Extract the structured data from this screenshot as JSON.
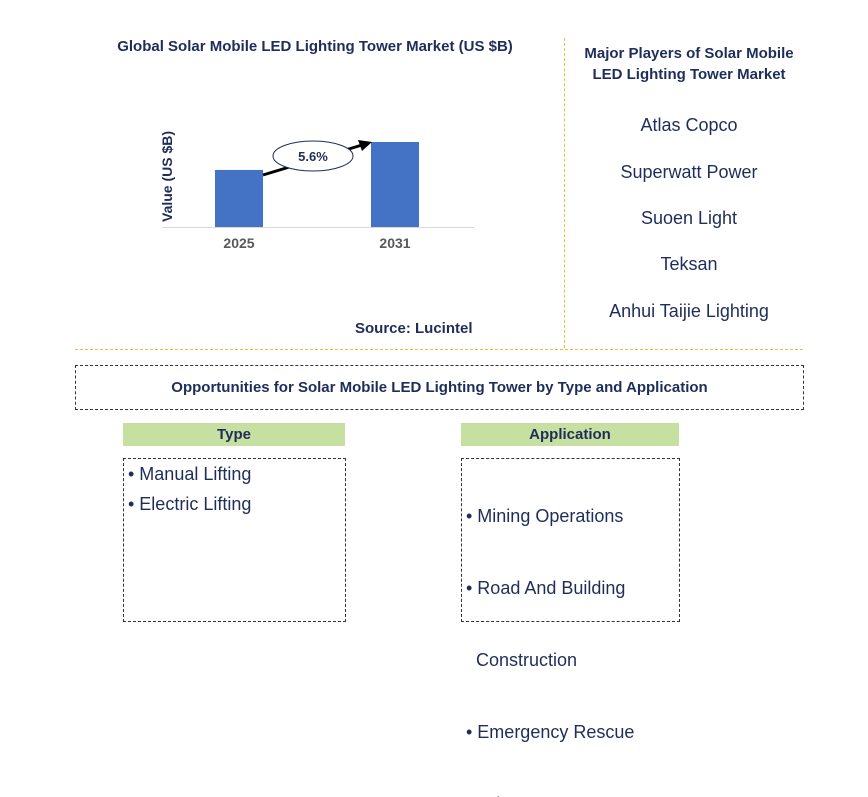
{
  "chart_data": {
    "type": "bar",
    "title": "Global Solar Mobile LED Lighting Tower Market (US $B)",
    "categories": [
      "2025",
      "2031"
    ],
    "values": [
      1.0,
      1.49
    ],
    "ylabel": "Value (US $B)",
    "xlabel": "",
    "annotation": "5.6%",
    "bar_color": "#4472c4",
    "source": "Source: Lucintel"
  },
  "players": {
    "title": "Major Players of Solar Mobile LED Lighting Tower Market",
    "items": [
      "Atlas Copco",
      "Superwatt Power",
      "Suoen Light",
      "Teksan",
      "Anhui Taijie Lighting"
    ]
  },
  "opportunities": {
    "title": "Opportunities for Solar Mobile LED Lighting Tower by Type and Application",
    "type": {
      "header": "Type",
      "items": [
        "• Manual Lifting",
        "• Electric Lifting"
      ]
    },
    "application": {
      "header": "Application",
      "items": [
        "• Mining Operations",
        "• Road And Building",
        "  Construction",
        "• Emergency Rescue",
        "• Others"
      ]
    }
  }
}
